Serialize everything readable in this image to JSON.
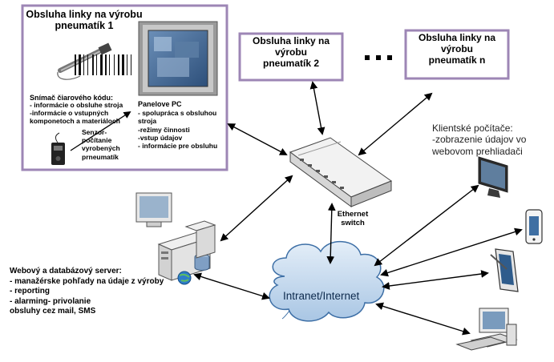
{
  "line1": {
    "title": "Obsluha linky na výrobu\npneumatík 1",
    "barcode_heading": "Snímač čiarového kódu:",
    "barcode_items": "- informácie o obsluhe stroja\n-informácie o vstupných\nkomponetoch a materiáloch",
    "sensor_text": "Senzor-\npočítanie\nvyrobených\nprneumatík",
    "panel_heading": "Panelove PC",
    "panel_items": "- spolupráca s obsluhou\nstroja\n-režimy činnosti\n-vstup údajov\n- informácie pre obsluhu"
  },
  "line2": {
    "title": "Obsluha linky na\nvýrobu\npneumatík 2"
  },
  "ellipsis": "▪ ▪ ▪",
  "linen": {
    "title": "Obsluha linky na\nvýrobu\npneumatík n"
  },
  "switch_label": "Ethernet\nswitch",
  "clients_label": "Klientské počítače:\n-zobrazenie údajov vo\nwebovom prehliadači",
  "server_label": "Webový a databázový server:\n- manažérske pohľady na údaje z výroby\n- reporting\n- alarming- privolanie\nobsluhy cez mail, SMS",
  "cloud_label": "Intranet/Internet",
  "colors": {
    "box_border": "#9d86b5",
    "cloud": "#c9dcef",
    "cloud_stroke": "#3d6fa6",
    "arrow": "#000000"
  },
  "icons": [
    "barcode-scanner-icon",
    "barcode-icon",
    "panel-pc-icon",
    "sensor-icon",
    "switch-icon",
    "server-icon",
    "monitor-icon",
    "phone-icon",
    "tablet-icon",
    "desktop-icon",
    "cloud-icon"
  ]
}
